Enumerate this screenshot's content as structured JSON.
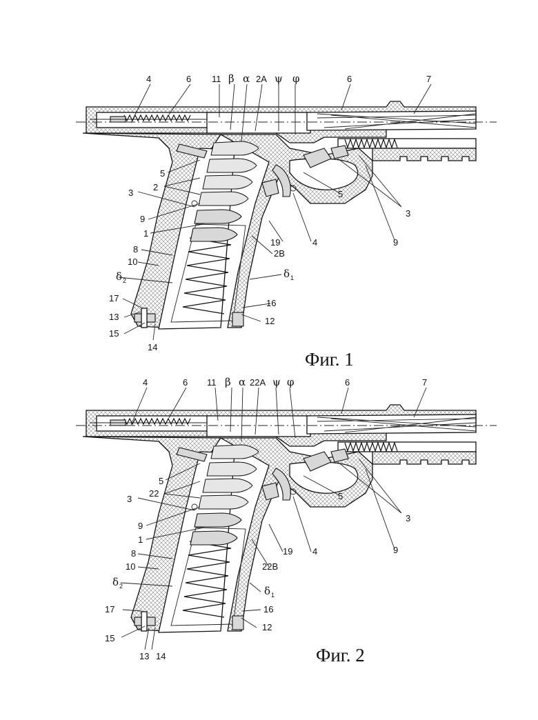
{
  "figures": [
    {
      "caption": "Фиг. 1",
      "labels": {
        "n4": "4",
        "n6a": "6",
        "n11": "11",
        "beta": "β",
        "alpha": "α",
        "n2A": "2А",
        "psi": "ψ",
        "phi": "φ",
        "n6b": "6",
        "n7": "7",
        "n5a": "5",
        "n2": "2",
        "n3a": "3",
        "n9a": "9",
        "n1": "1",
        "n8": "8",
        "n10": "10",
        "delta2": "δ",
        "delta2sub": "2",
        "delta1": "δ",
        "delta1sub": "1",
        "n17": "17",
        "n13": "13",
        "n15": "15",
        "n14": "14",
        "n12": "12",
        "n16": "16",
        "n2B": "2В",
        "n19": "19",
        "n4b": "4",
        "n5b": "5",
        "n3b": "3",
        "n9b": "9"
      }
    },
    {
      "caption": "Фиг. 2",
      "labels": {
        "n4": "4",
        "n6a": "6",
        "n11": "11",
        "beta": "β",
        "alpha": "α",
        "n2A": "22А",
        "psi": "ψ",
        "phi": "φ",
        "n6b": "6",
        "n7": "7",
        "n5a": "5",
        "n2": "22",
        "n3a": "3",
        "n9a": "9",
        "n1": "1",
        "n8": "8",
        "n10": "10",
        "delta2": "δ",
        "delta2sub": "2",
        "delta1": "δ",
        "delta1sub": "1",
        "n17": "17",
        "n13": "13",
        "n15": "15",
        "n14": "14",
        "n12": "12",
        "n16": "16",
        "n2B": "22В",
        "n19": "19",
        "n4b": "4",
        "n5b": "5",
        "n3b": "3",
        "n9b": "9"
      }
    }
  ]
}
